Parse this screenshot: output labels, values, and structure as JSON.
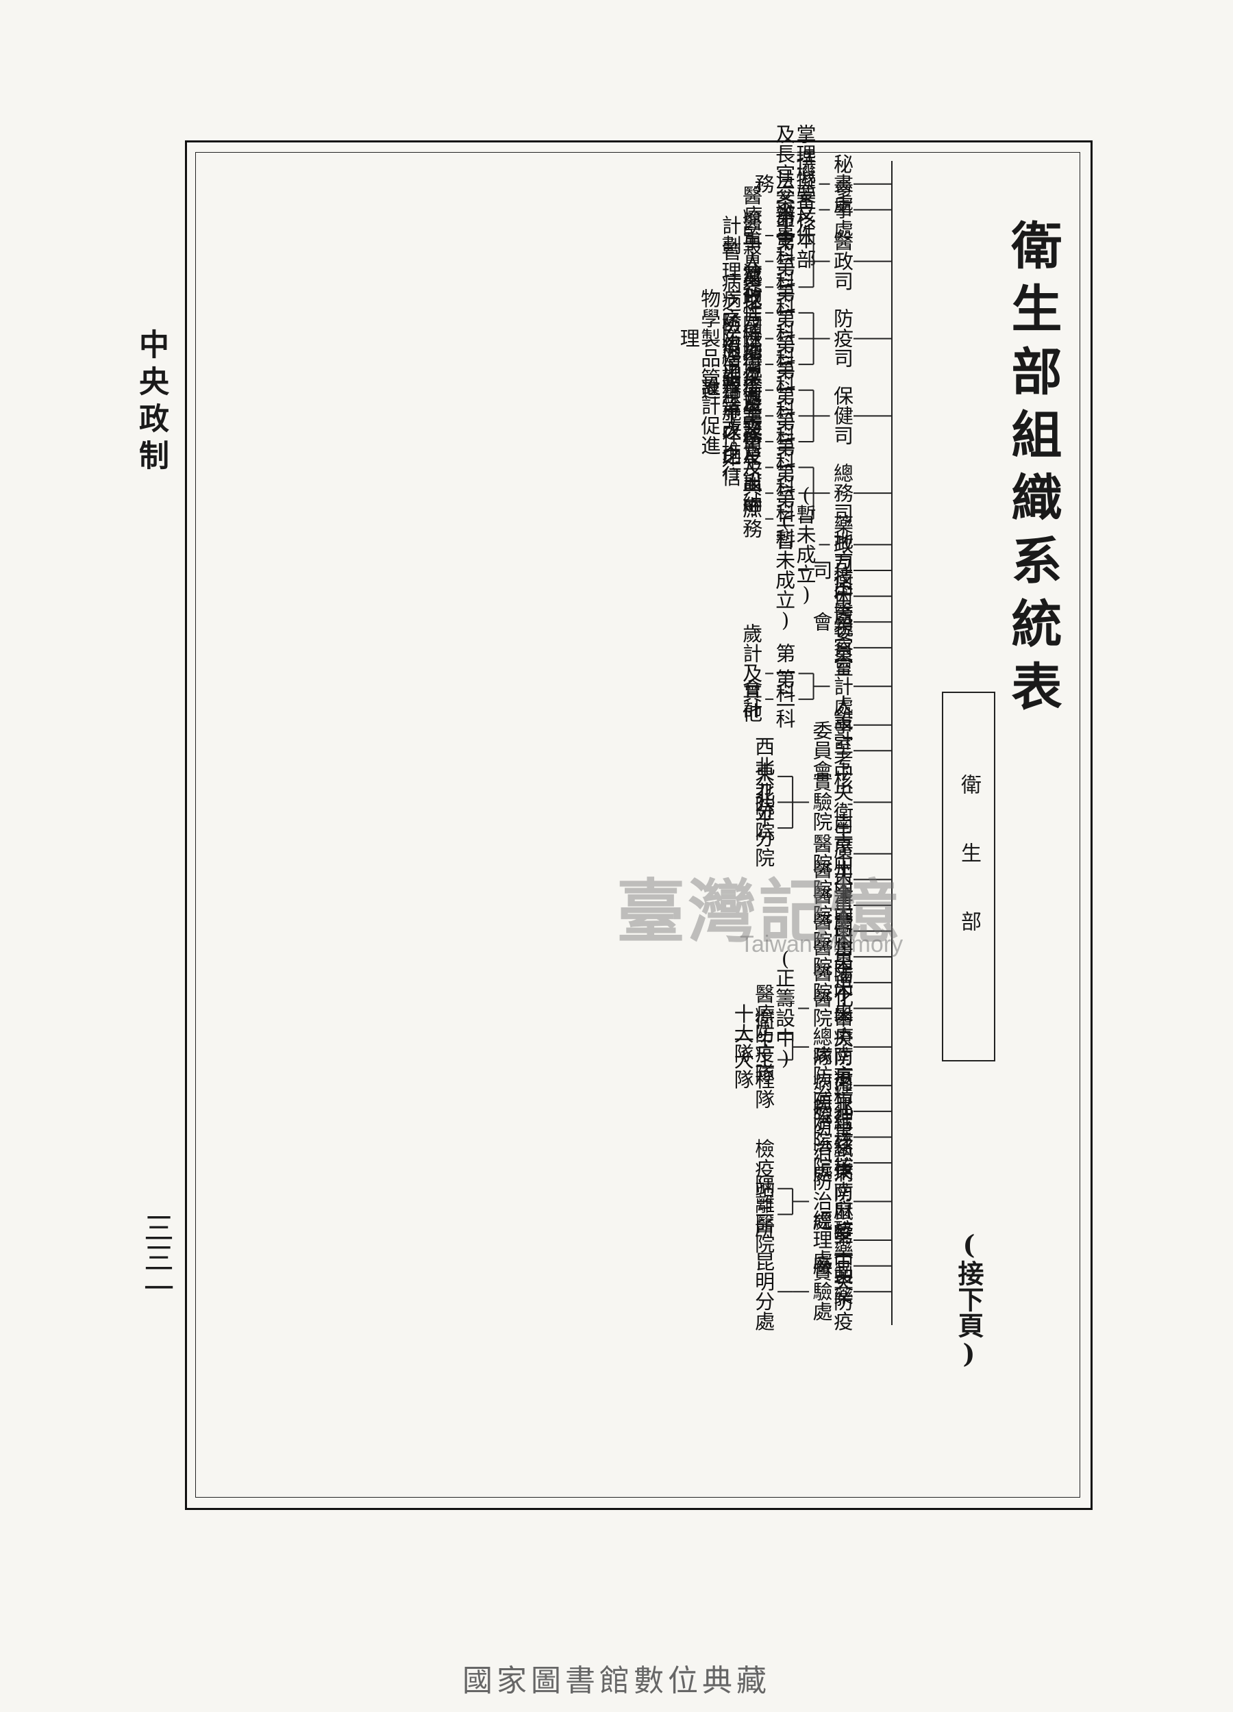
{
  "title": "衛生部組織系統表",
  "continued": "(接下頁)",
  "side_label": "中央政制",
  "page_number": "三三一",
  "box_label": "衛生部",
  "watermark": {
    "han": "臺灣記憶",
    "en": "Taiwan Memory"
  },
  "footer": "國家圖書館數位典藏",
  "branches": [
    {
      "name": "秘書處",
      "duty": "掌理機要文件及長官交辦事務",
      "subs": []
    },
    {
      "name": "參事處",
      "duty": "撰擬審核本部法案命令",
      "subs": []
    },
    {
      "name": "醫政司",
      "subs": [
        {
          "name": "第一科",
          "duty": "醫療監督及計劃"
        },
        {
          "name": "第二科",
          "duty": "醫事人員之管理"
        },
        {
          "name": "第三科",
          "duty": "藥政"
        }
      ]
    },
    {
      "name": "防疫司",
      "subs": [
        {
          "name": "第一科",
          "duty": "流行性傳染病之防治"
        },
        {
          "name": "第二科",
          "duty": "地方性傳染病之防治生物學製品管理"
        },
        {
          "name": "第三科",
          "duty": "國際衛生及檢疫情報告"
        }
      ]
    },
    {
      "name": "保健司",
      "subs": [
        {
          "name": "第一科",
          "duty": "地方衛生設施之督導改進"
        },
        {
          "name": "第二科",
          "duty": "保健業務及訓練工作之設計促進"
        },
        {
          "name": "第三科",
          "duty": "邊疆衛生設施之推行"
        }
      ]
    },
    {
      "name": "總務司",
      "subs": [
        {
          "name": "第一科",
          "duty": "文書及典守印信"
        },
        {
          "name": "第二科",
          "duty": "出納"
        },
        {
          "name": "第三科",
          "duty": "庶務"
        }
      ]
    },
    {
      "name": "藥政司",
      "duty": "(暫未成立)",
      "subs": []
    },
    {
      "name": "地方衛生司",
      "duty": "(暫未成立)",
      "subs": []
    },
    {
      "name": "技術處",
      "subs": []
    },
    {
      "name": "中醫委員會",
      "subs": []
    },
    {
      "name": "視察室",
      "subs": []
    },
    {
      "name": "會計處",
      "subs": [
        {
          "name": "第一科",
          "duty": "歲計及其他"
        },
        {
          "name": "第二科",
          "duty": "會計"
        }
      ]
    },
    {
      "name": "人事室",
      "subs": []
    },
    {
      "name": "設計考核委員會",
      "subs": []
    },
    {
      "name": "中央衛生實驗院",
      "subs": [
        {
          "name": "西北分院"
        },
        {
          "name": "東北分院"
        },
        {
          "name": "北平分院"
        }
      ]
    },
    {
      "name": "南京中央醫院",
      "subs": []
    },
    {
      "name": "廣州中央醫院",
      "subs": []
    },
    {
      "name": "天津中央醫院",
      "subs": []
    },
    {
      "name": "重慶中央醫院",
      "subs": []
    },
    {
      "name": "蘭州中央醫院",
      "subs": []
    },
    {
      "name": "貴陽中央醫院",
      "subs": []
    },
    {
      "name": "迪化中央醫院",
      "duty": "(正籌設中)",
      "subs": []
    },
    {
      "name": "醫療防疫總隊",
      "subs": [
        {
          "name": "醫療防疫隊十大隊"
        },
        {
          "name": "衛生工程隊一大隊"
        }
      ]
    },
    {
      "name": "南京精神病防治院",
      "subs": []
    },
    {
      "name": "南京結核病防治院",
      "subs": []
    },
    {
      "name": "北平結核病防治院",
      "subs": []
    },
    {
      "name": "黑熱病防治處",
      "subs": []
    },
    {
      "name": "東南鼠疫防治處",
      "subs": [
        {
          "name": "檢疫站三所"
        },
        {
          "name": "隔離醫院"
        }
      ]
    },
    {
      "name": "麻醉藥品經理處",
      "subs": []
    },
    {
      "name": "第一製藥廠",
      "subs": []
    },
    {
      "name": "中央防疫實驗處",
      "subs": [
        {
          "name": "昆明分處"
        }
      ]
    }
  ]
}
